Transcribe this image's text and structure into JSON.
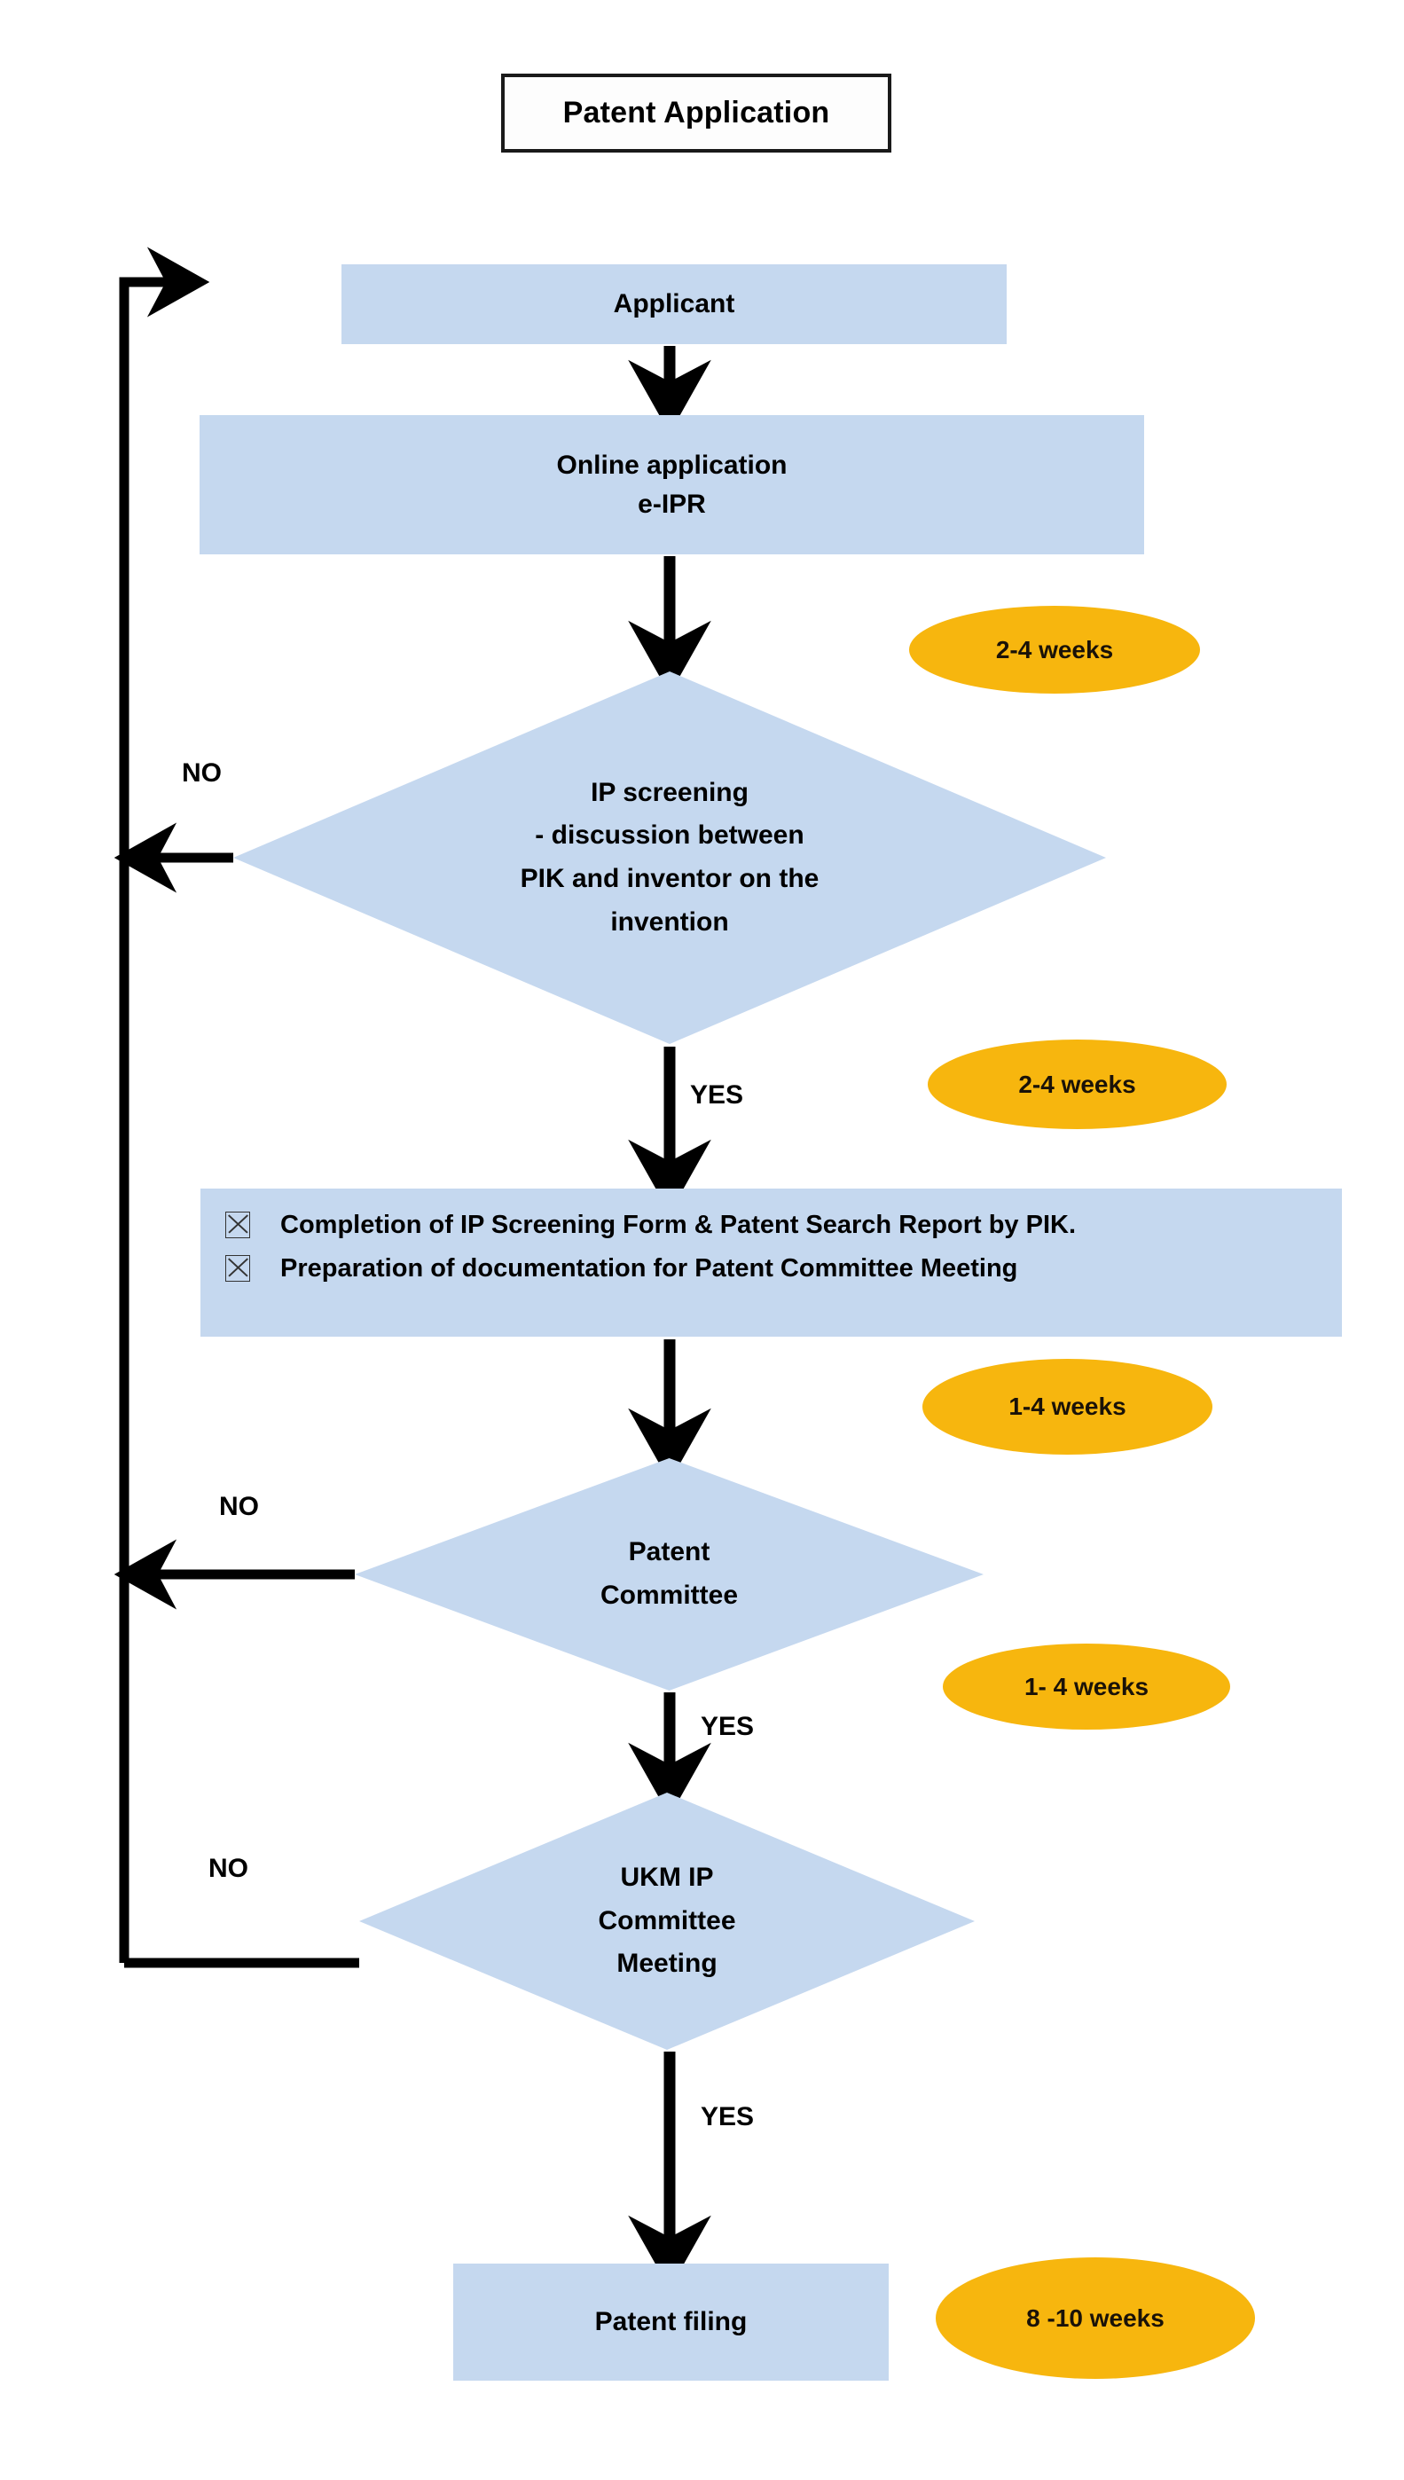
{
  "title": {
    "text": "Patent Application"
  },
  "nodes": {
    "applicant": {
      "label": "Applicant"
    },
    "online": {
      "label": "Online application\ne-IPR"
    },
    "ip_screening": {
      "label": "IP screening\n- discussion between\nPIK and inventor on the\ninvention"
    },
    "checklist": {
      "items": [
        "Completion of IP Screening Form & Patent Search Report by PIK.",
        "Preparation of documentation for Patent Committee Meeting"
      ]
    },
    "patent_committee": {
      "label": "Patent\nCommittee"
    },
    "ukm_committee": {
      "label": "UKM IP\nCommittee\nMeeting"
    },
    "patent_filing": {
      "label": "Patent filing"
    }
  },
  "durations": {
    "screening": "2-4 weeks",
    "after_screening": "2-4 weeks",
    "checklist": "1-4 weeks",
    "patent_committee": "1- 4 weeks",
    "filing": "8 -10 weeks"
  },
  "edge_labels": {
    "no_screening": "NO",
    "no_patent_committee": "NO",
    "no_ukm": "NO",
    "yes_screening": "YES",
    "yes_patent_committee": "YES",
    "yes_ukm": "YES"
  },
  "colors": {
    "process_fill": "#c5d8ef",
    "duration_fill": "#f7b60e",
    "line": "#000000",
    "title_border": "#1a1a1a"
  },
  "chart_data": {
    "type": "diagram",
    "title": "Patent Application",
    "nodes": [
      {
        "id": "applicant",
        "shape": "rect",
        "text": "Applicant"
      },
      {
        "id": "online",
        "shape": "rect",
        "text": "Online application e-IPR"
      },
      {
        "id": "ip_screening",
        "shape": "diamond",
        "text": "IP screening - discussion between PIK and inventor on the invention",
        "duration": "2-4 weeks"
      },
      {
        "id": "checklist",
        "shape": "rect",
        "text": "Completion of IP Screening Form & Patent Search Report by PIK. / Preparation of documentation for Patent Committee Meeting",
        "duration": "2-4 weeks"
      },
      {
        "id": "patent_committee",
        "shape": "diamond",
        "text": "Patent Committee",
        "duration": "1-4 weeks"
      },
      {
        "id": "ukm_committee",
        "shape": "diamond",
        "text": "UKM IP Committee Meeting",
        "duration": "1- 4 weeks"
      },
      {
        "id": "patent_filing",
        "shape": "rect",
        "text": "Patent filing",
        "duration": "8 -10 weeks"
      }
    ],
    "edges": [
      {
        "from": "applicant",
        "to": "online",
        "label": ""
      },
      {
        "from": "online",
        "to": "ip_screening",
        "label": ""
      },
      {
        "from": "ip_screening",
        "to": "checklist",
        "label": "YES"
      },
      {
        "from": "ip_screening",
        "to": "applicant",
        "label": "NO"
      },
      {
        "from": "checklist",
        "to": "patent_committee",
        "label": ""
      },
      {
        "from": "patent_committee",
        "to": "ukm_committee",
        "label": "YES"
      },
      {
        "from": "patent_committee",
        "to": "applicant",
        "label": "NO"
      },
      {
        "from": "ukm_committee",
        "to": "patent_filing",
        "label": "YES"
      },
      {
        "from": "ukm_committee",
        "to": "applicant",
        "label": "NO"
      }
    ]
  }
}
